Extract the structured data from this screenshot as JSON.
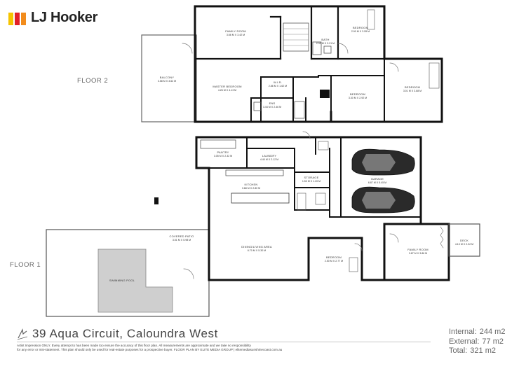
{
  "brand": {
    "name": "LJ Hooker",
    "colors": {
      "yellow": "#F5C400",
      "red": "#E22027",
      "orange": "#F28C1C"
    }
  },
  "floor_labels": {
    "floor2": "FLOOR 2",
    "floor1": "FLOOR 1"
  },
  "floor2": {
    "family_room": {
      "name": "FAMILY ROOM",
      "dims": "3.66 M X 3.42 M"
    },
    "bath": {
      "name": "BATH",
      "dims": "2.32 M X 3.21 M"
    },
    "bedroom_top": {
      "name": "BEDROOM",
      "dims": "2.90 M X 3.55 M"
    },
    "balcony": {
      "name": "BALCONY",
      "dims": "3.58 M X 3.62 M"
    },
    "master": {
      "name": "MASTER BEDROOM",
      "dims": "4.26 M X 4.13 M"
    },
    "wir": {
      "name": "W.I.R.",
      "dims": "2.86 M X 1.62 M"
    },
    "ens": {
      "name": "ENS",
      "dims": "3.44 M X 2.46 M"
    },
    "bedroom_mid": {
      "name": "BEDROOM",
      "dims": "3.30 M X 2.92 M"
    },
    "bedroom_right": {
      "name": "BEDROOM",
      "dims": "3.01 M X 3.88 M"
    }
  },
  "floor1": {
    "pantry": {
      "name": "PANTRY",
      "dims": "3.05 M X 2.32 M"
    },
    "laundry": {
      "name": "LAUNDRY",
      "dims": "4.40 M X 2.12 M"
    },
    "storage": {
      "name": "STORAGE",
      "dims": "1.53 M X 1.20 M"
    },
    "garage": {
      "name": "GARAGE",
      "dims": "6.87 M X 5.45 M"
    },
    "kitchen": {
      "name": "KITCHEN",
      "dims": "3.68 M X 2.80 M"
    },
    "covered_patio": {
      "name": "COVERED PATIO",
      "dims": "3.51 M X 5.98 M"
    },
    "dining_living": {
      "name": "DINING/LIVING AREA",
      "dims": "6.70 M X 5.30 M"
    },
    "bedroom": {
      "name": "BEDROOM",
      "dims": "2.50 M X 2.77 M"
    },
    "family_room": {
      "name": "FAMILY ROOM",
      "dims": "3.87 M X 3.86 M"
    },
    "deck": {
      "name": "DECK",
      "dims": "4.13 M X 2.32 M"
    },
    "pool": {
      "name": "SWIMMING POOL"
    }
  },
  "footer": {
    "address": "39 Aqua Circuit, Caloundra West",
    "disclaimer_line1": "Artist Impression ONLY. Every attempt to has been made too ensure the accuracy of this floor plan. All measurements are approximate and we take no responsibility",
    "disclaimer_line2": "for any error or mis-statement. This plan should only be used for real-estate purposes for a prospective buyer. FLOOR PLAN BY ELITE MEDIA GROUP | elitemediasunshinecoast.com.au",
    "areas": [
      {
        "label": "Internal:",
        "value": "244 m2"
      },
      {
        "label": "External:",
        "value": "77 m2"
      },
      {
        "label": "Total:",
        "value": "321 m2"
      }
    ]
  }
}
